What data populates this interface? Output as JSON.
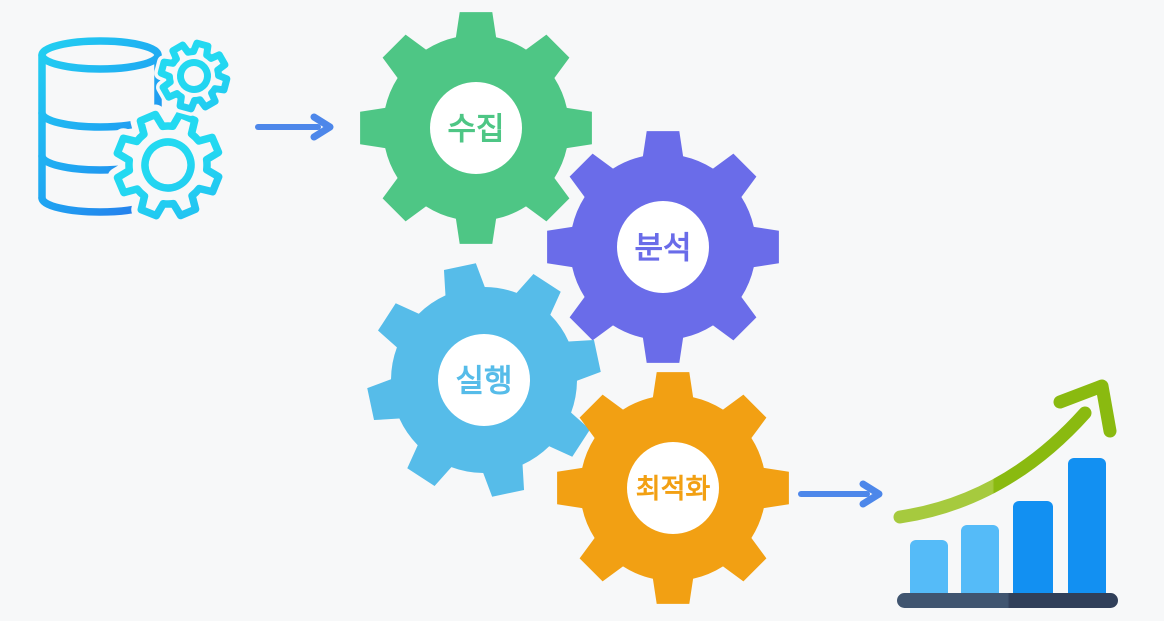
{
  "diagram": {
    "background": "#f7f8f9",
    "arrow_color": "#4d87ea"
  },
  "gears": [
    {
      "label": "수집",
      "color": "#4ec685"
    },
    {
      "label": "분석",
      "color": "#6a6ce9"
    },
    {
      "label": "실행",
      "color": "#56bce9"
    },
    {
      "label": "최적화",
      "color": "#f2a013"
    }
  ],
  "database_icon": {
    "name": "database-with-gears",
    "gradient_start": "#23d9f1",
    "gradient_mid": "#1fa6f2",
    "gradient_end": "#2b55e6"
  },
  "chart_icon": {
    "name": "growth-bar-chart",
    "bar_light": "#55bbf8",
    "bar_dark": "#1290f2",
    "base_left": "#405570",
    "base_right": "#303f59",
    "arrow_light": "#a6ca3e",
    "arrow_dark": "#8aba10"
  }
}
